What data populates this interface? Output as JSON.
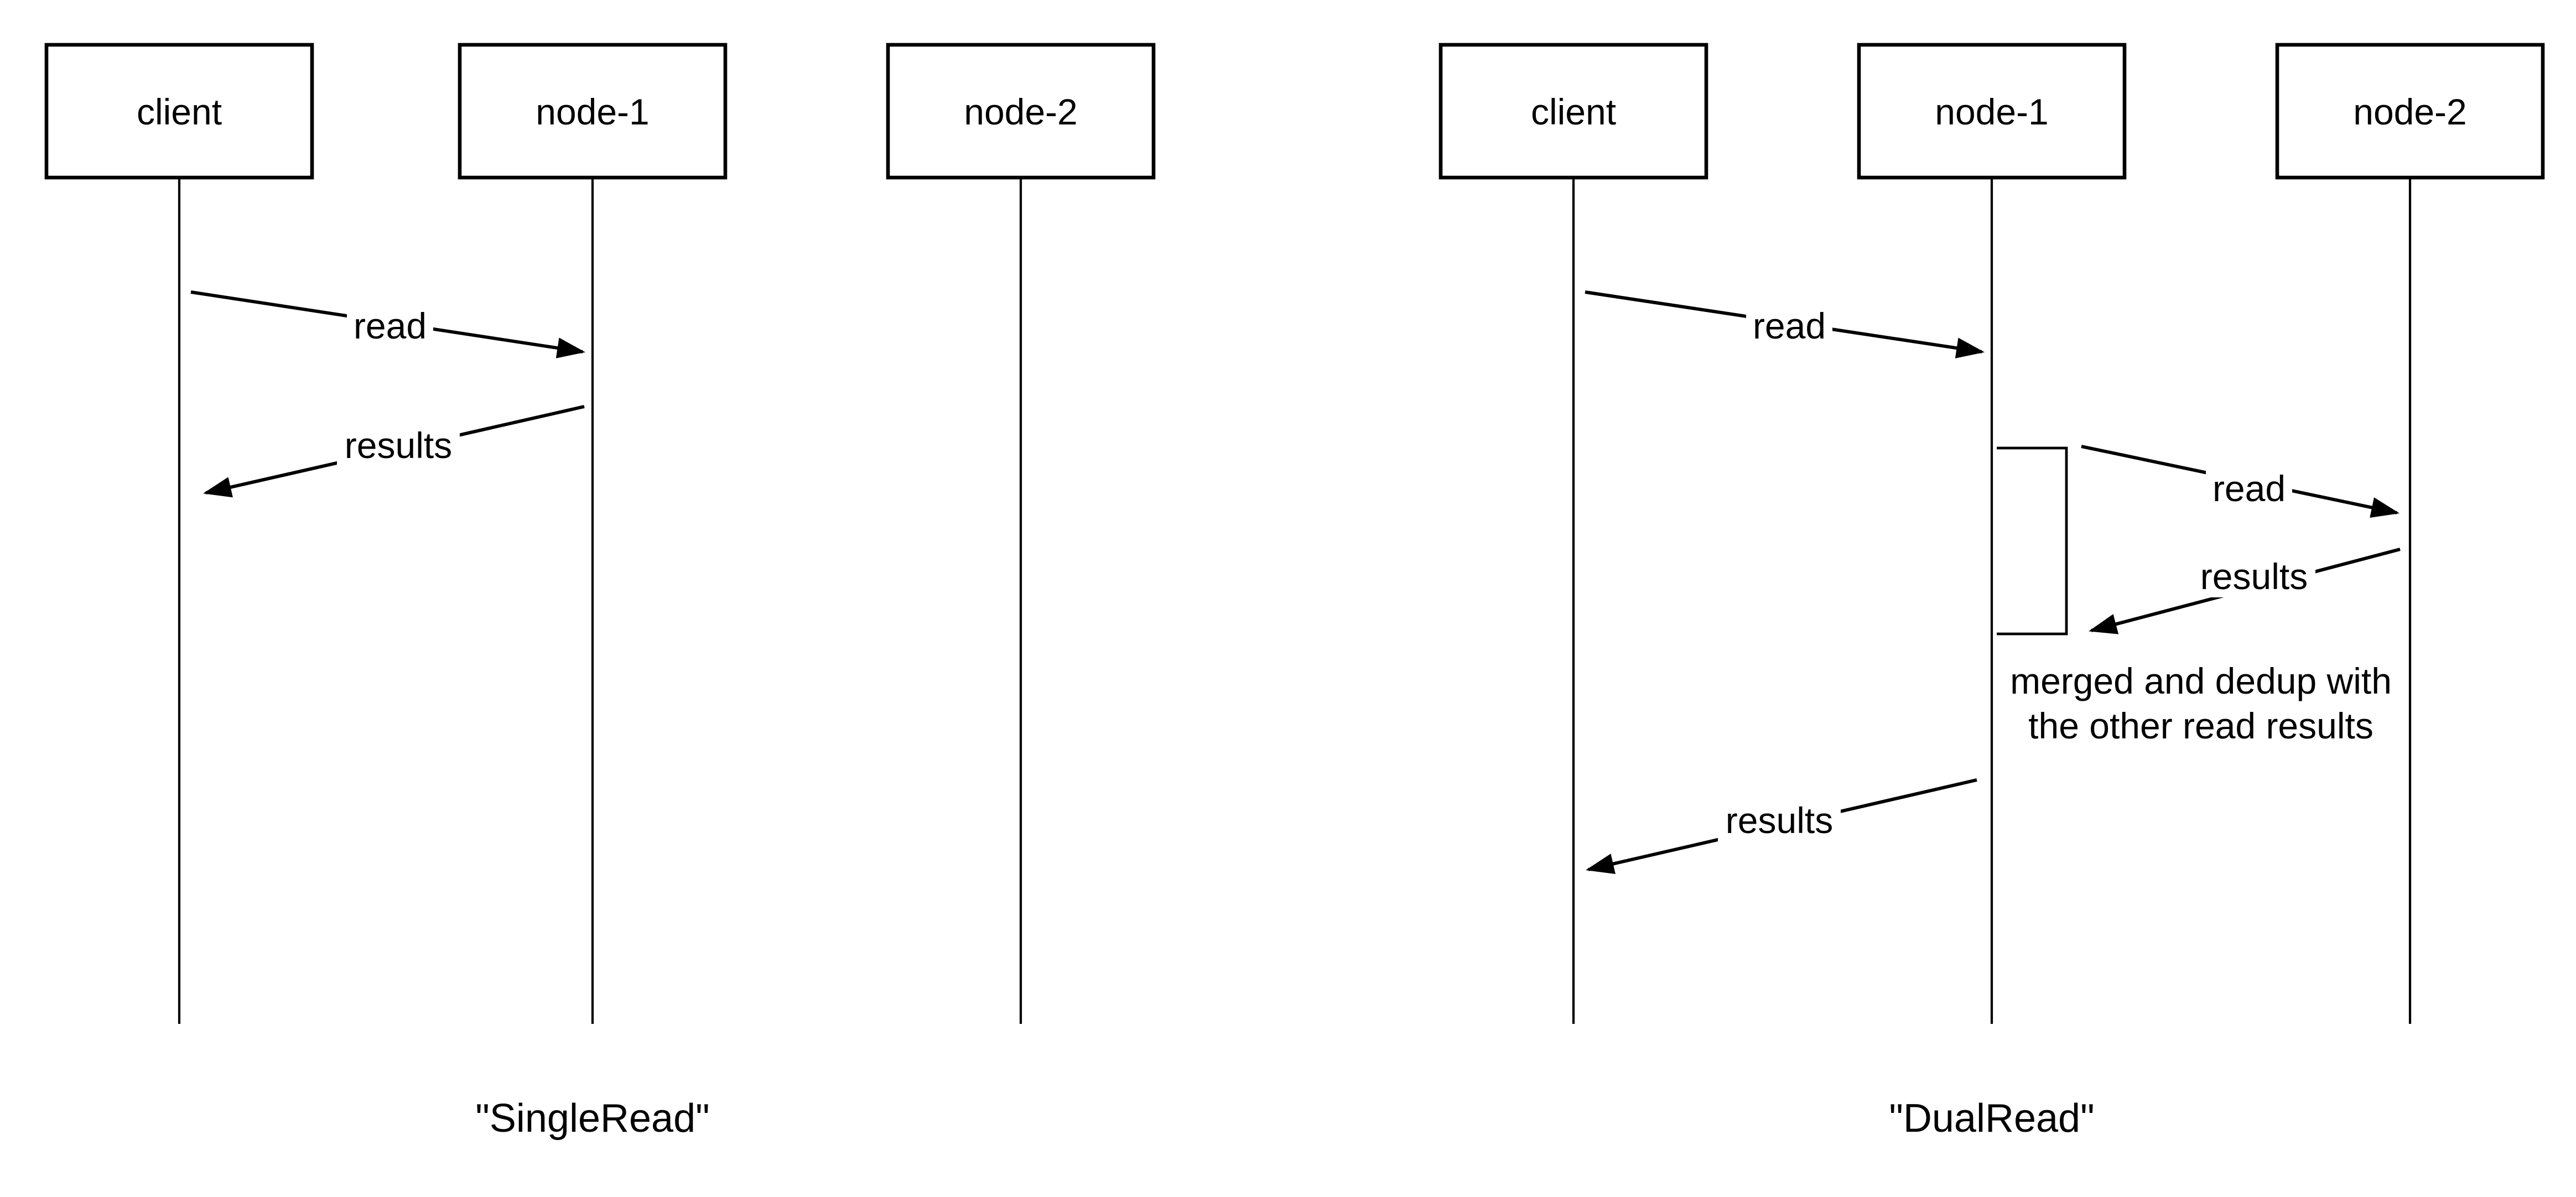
{
  "page": {
    "background_color": "#ffffff",
    "ink_color": "#000000"
  },
  "diagrams": [
    {
      "title": "\"SingleRead\"",
      "actors": [
        {
          "label": "client"
        },
        {
          "label": "node-1"
        },
        {
          "label": "node-2"
        }
      ],
      "messages": [
        {
          "label": "read",
          "from": "client",
          "to": "node-1"
        },
        {
          "label": "results",
          "from": "node-1",
          "to": "client"
        }
      ]
    },
    {
      "title": "\"DualRead\"",
      "actors": [
        {
          "label": "client"
        },
        {
          "label": "node-1"
        },
        {
          "label": "node-2"
        }
      ],
      "messages": [
        {
          "label": "read",
          "from": "client",
          "to": "node-1"
        },
        {
          "label": "read",
          "from": "node-1",
          "to": "node-2"
        },
        {
          "label": "results",
          "from": "node-2",
          "to": "node-1"
        },
        {
          "label": "results",
          "from": "node-1",
          "to": "client"
        }
      ],
      "annotation": {
        "line1": "merged and dedup with",
        "line2": "the other read results"
      }
    }
  ]
}
